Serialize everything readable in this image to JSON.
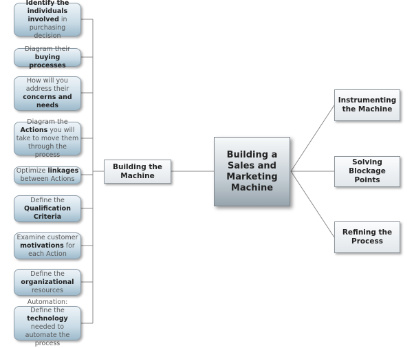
{
  "central": {
    "label": "Building a Sales and Marketing Machine"
  },
  "branch_left": {
    "label": "Building the Machine"
  },
  "branches_right": [
    {
      "label": "Instrumenting the Machine"
    },
    {
      "label": "Solving Blockage Points"
    },
    {
      "label": "Refining the Process"
    }
  ],
  "leaves": [
    {
      "segments": [
        {
          "t": "Identify the individuals involved",
          "b": true
        },
        {
          "t": " in purchasing decision",
          "b": false
        }
      ]
    },
    {
      "segments": [
        {
          "t": "Diagram their ",
          "b": false
        },
        {
          "t": "buying processes",
          "b": true
        }
      ]
    },
    {
      "segments": [
        {
          "t": "How will you address their ",
          "b": false
        },
        {
          "t": "concerns and needs",
          "b": true
        }
      ]
    },
    {
      "segments": [
        {
          "t": "Diagram the ",
          "b": false
        },
        {
          "t": "Actions",
          "b": true
        },
        {
          "t": " you will take to move them through the process",
          "b": false
        }
      ]
    },
    {
      "segments": [
        {
          "t": "Optimize ",
          "b": false
        },
        {
          "t": "linkages",
          "b": true
        },
        {
          "t": " between Actions",
          "b": false
        }
      ]
    },
    {
      "segments": [
        {
          "t": "Define the ",
          "b": false
        },
        {
          "t": "Qualification Criteria",
          "b": true
        }
      ]
    },
    {
      "segments": [
        {
          "t": "Examine customer ",
          "b": false
        },
        {
          "t": "motivations",
          "b": true
        },
        {
          "t": " for each Action",
          "b": false
        }
      ]
    },
    {
      "segments": [
        {
          "t": "Define the ",
          "b": false
        },
        {
          "t": "organizational",
          "b": true
        },
        {
          "t": " resources",
          "b": false
        }
      ]
    },
    {
      "segments": [
        {
          "t": "Automation: Define the ",
          "b": false
        },
        {
          "t": "technology",
          "b": true
        },
        {
          "t": " needed to automate the process",
          "b": false
        }
      ]
    }
  ],
  "colors": {
    "connector": "#8a8a8a",
    "leaf_fill": "#c9dbe6",
    "box_fill": "#e2e7eb"
  }
}
